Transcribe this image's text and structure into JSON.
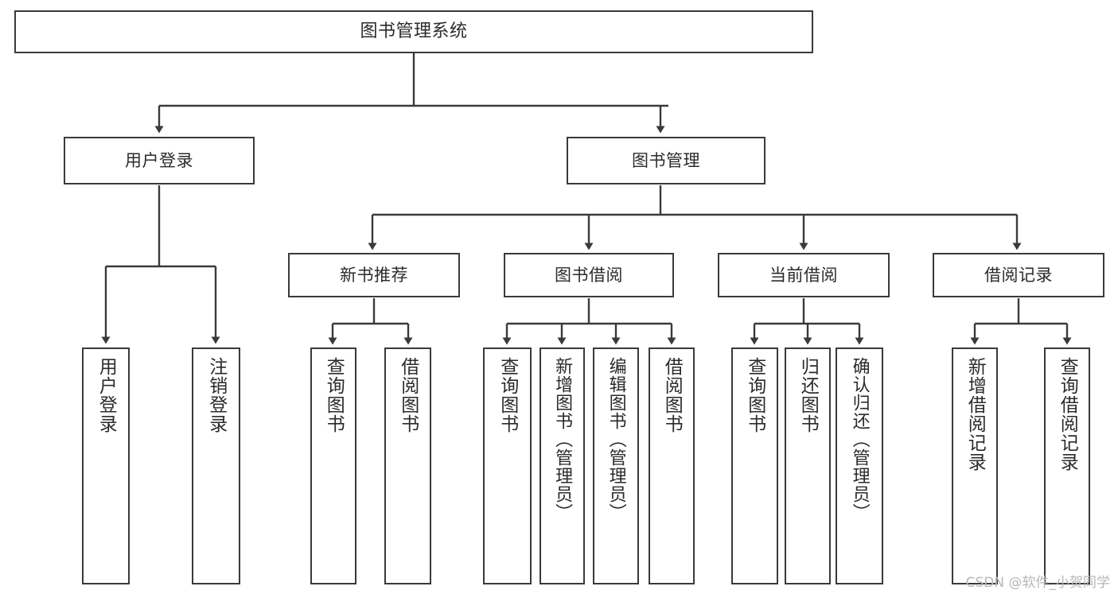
{
  "diagram": {
    "title_node": {
      "id": "root",
      "label": "图书管理系统"
    },
    "level1": [
      {
        "id": "login",
        "label": "用户登录"
      },
      {
        "id": "bookmgmt",
        "label": "图书管理"
      }
    ],
    "level2": [
      {
        "id": "newbook",
        "label": "新书推荐"
      },
      {
        "id": "borrow",
        "label": "图书借阅"
      },
      {
        "id": "current",
        "label": "当前借阅"
      },
      {
        "id": "record",
        "label": "借阅记录"
      }
    ],
    "leaves": [
      {
        "id": "leaf-user-login",
        "label": "用户登录",
        "parent": "login"
      },
      {
        "id": "leaf-user-logout",
        "label": "注销登录",
        "parent": "login"
      },
      {
        "id": "leaf-newbook-query",
        "label": "查询图书",
        "parent": "newbook"
      },
      {
        "id": "leaf-newbook-borrow",
        "label": "借阅图书",
        "parent": "newbook"
      },
      {
        "id": "leaf-borrow-query",
        "label": "查询图书",
        "parent": "borrow"
      },
      {
        "id": "leaf-borrow-add",
        "label": "新增图书（管理员）",
        "parent": "borrow"
      },
      {
        "id": "leaf-borrow-edit",
        "label": "编辑图书（管理员）",
        "parent": "borrow"
      },
      {
        "id": "leaf-borrow-do",
        "label": "借阅图书",
        "parent": "borrow"
      },
      {
        "id": "leaf-current-query",
        "label": "查询图书",
        "parent": "current"
      },
      {
        "id": "leaf-current-return",
        "label": "归还图书",
        "parent": "current"
      },
      {
        "id": "leaf-current-confirm",
        "label": "确认归还（管理员）",
        "parent": "current"
      },
      {
        "id": "leaf-record-add",
        "label": "新增借阅记录",
        "parent": "record"
      },
      {
        "id": "leaf-record-query",
        "label": "查询借阅记录",
        "parent": "record"
      }
    ],
    "watermark": "CSDN @软件_小贺同学",
    "colors": {
      "stroke": "#3a3a3a",
      "fill": "#ffffff",
      "text": "#2b2b2b",
      "watermark": "#b7b7b7"
    }
  }
}
